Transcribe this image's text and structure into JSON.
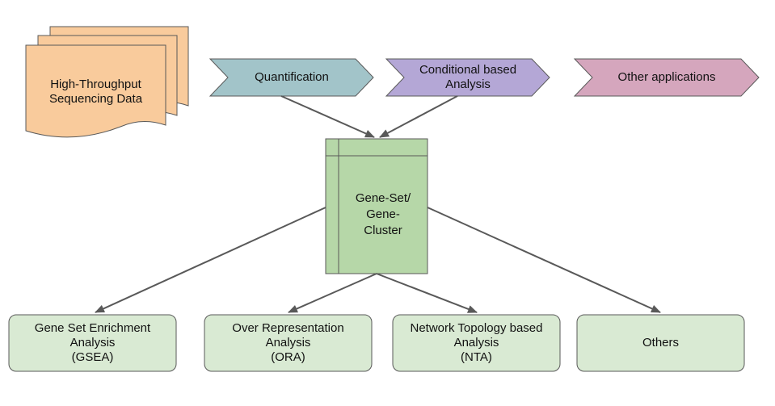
{
  "data_source": {
    "label_line1": "High-Throughput",
    "label_line2": "Sequencing Data",
    "fill": "#f9cb9c"
  },
  "steps": [
    {
      "label_line1": "Quantification",
      "label_line2": "",
      "fill": "#a2c4c9"
    },
    {
      "label_line1": "Conditional based",
      "label_line2": "Analysis",
      "fill": "#b4a7d6"
    },
    {
      "label_line1": "Other applications",
      "label_line2": "",
      "fill": "#d5a6bd"
    }
  ],
  "center": {
    "label_line1": "Gene-Set/",
    "label_line2": "Gene-",
    "label_line3": "Cluster",
    "fill": "#b6d7a8"
  },
  "methods": [
    {
      "label_line1": "Gene Set Enrichment",
      "label_line2": "Analysis",
      "label_line3": "(GSEA)",
      "fill": "#d9ead3"
    },
    {
      "label_line1": "Over Representation",
      "label_line2": "Analysis",
      "label_line3": "(ORA)",
      "fill": "#d9ead3"
    },
    {
      "label_line1": "Network Topology based",
      "label_line2": "Analysis",
      "label_line3": "(NTA)",
      "fill": "#d9ead3"
    },
    {
      "label_line1": "Others",
      "label_line2": "",
      "label_line3": "",
      "fill": "#d9ead3"
    }
  ],
  "colors": {
    "stroke": "#595959",
    "arrow": "#595959"
  }
}
